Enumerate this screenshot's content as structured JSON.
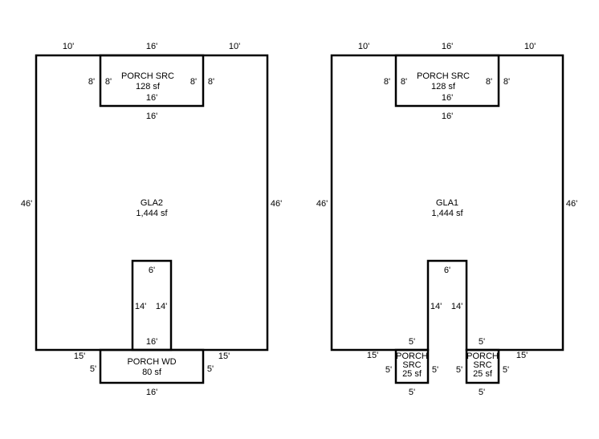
{
  "sketches": [
    {
      "main": {
        "name": "GLA2",
        "area": "1,444 sf"
      },
      "top_dims": [
        "10'",
        "16'",
        "10'"
      ],
      "side_dims": [
        "46'",
        "46'"
      ],
      "top_porch": {
        "name": "PORCH SRC",
        "area": "128 sf",
        "dims": [
          "8'",
          "8'",
          "16'",
          "8'",
          "8'",
          "16'"
        ]
      },
      "notch_dims": [
        "6'",
        "14'",
        "14'",
        "16'"
      ],
      "bottom_porch": {
        "name": "PORCH WD",
        "area": "80 sf",
        "dims": [
          "15'",
          "5'",
          "5'",
          "15'",
          "16'"
        ]
      }
    },
    {
      "main": {
        "name": "GLA1",
        "area": "1,444 sf"
      },
      "top_dims": [
        "10'",
        "16'",
        "10'"
      ],
      "side_dims": [
        "46'",
        "46'"
      ],
      "top_porch": {
        "name": "PORCH SRC",
        "area": "128 sf",
        "dims": [
          "8'",
          "8'",
          "16'",
          "8'",
          "8'",
          "16'"
        ]
      },
      "notch_dims": [
        "6'",
        "14'",
        "14'",
        "5'",
        "5'"
      ],
      "bottom_porches": [
        {
          "name": "PORCH SRC",
          "area": "25 sf",
          "dims": [
            "15'",
            "5'",
            "5'",
            "5'"
          ]
        },
        {
          "name": "PORCH SRC",
          "area": "25 sf",
          "dims": [
            "5'",
            "5'",
            "15'",
            "5'"
          ]
        }
      ]
    }
  ]
}
